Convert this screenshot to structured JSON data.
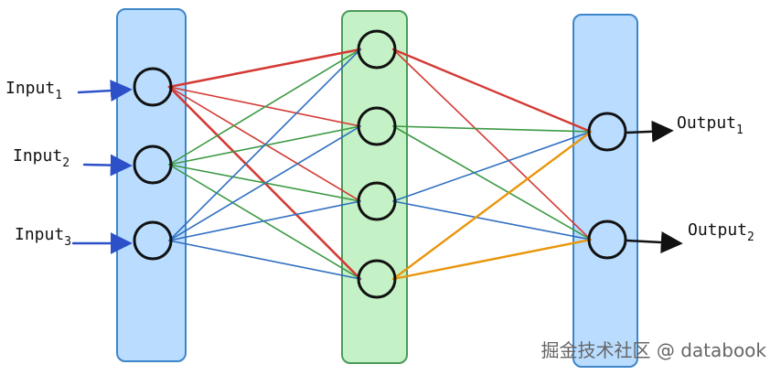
{
  "inputs": [
    {
      "name": "Input",
      "sub": "1"
    },
    {
      "name": "Input",
      "sub": "2"
    },
    {
      "name": "Input",
      "sub": "3"
    }
  ],
  "outputs": [
    {
      "name": "Output",
      "sub": "1"
    },
    {
      "name": "Output",
      "sub": "2"
    }
  ],
  "watermark": "掘金技术社区 @ databook",
  "colors": {
    "input_panel": "#b9dcff",
    "hidden_panel": "#c4f2c6",
    "output_panel": "#b9dcff",
    "panel_border": "#3c86c9",
    "hidden_border": "#4b9a5c",
    "input1_edges": "#d43a34",
    "input2_edges": "#3c9a44",
    "input3_edges": "#2f6fc0",
    "hidden_to_output": [
      "#d43a34",
      "#3c9a44",
      "#2f6fc0",
      "#e8960c"
    ],
    "arrow_in": "#2b50c8",
    "arrow_out": "#111111"
  }
}
